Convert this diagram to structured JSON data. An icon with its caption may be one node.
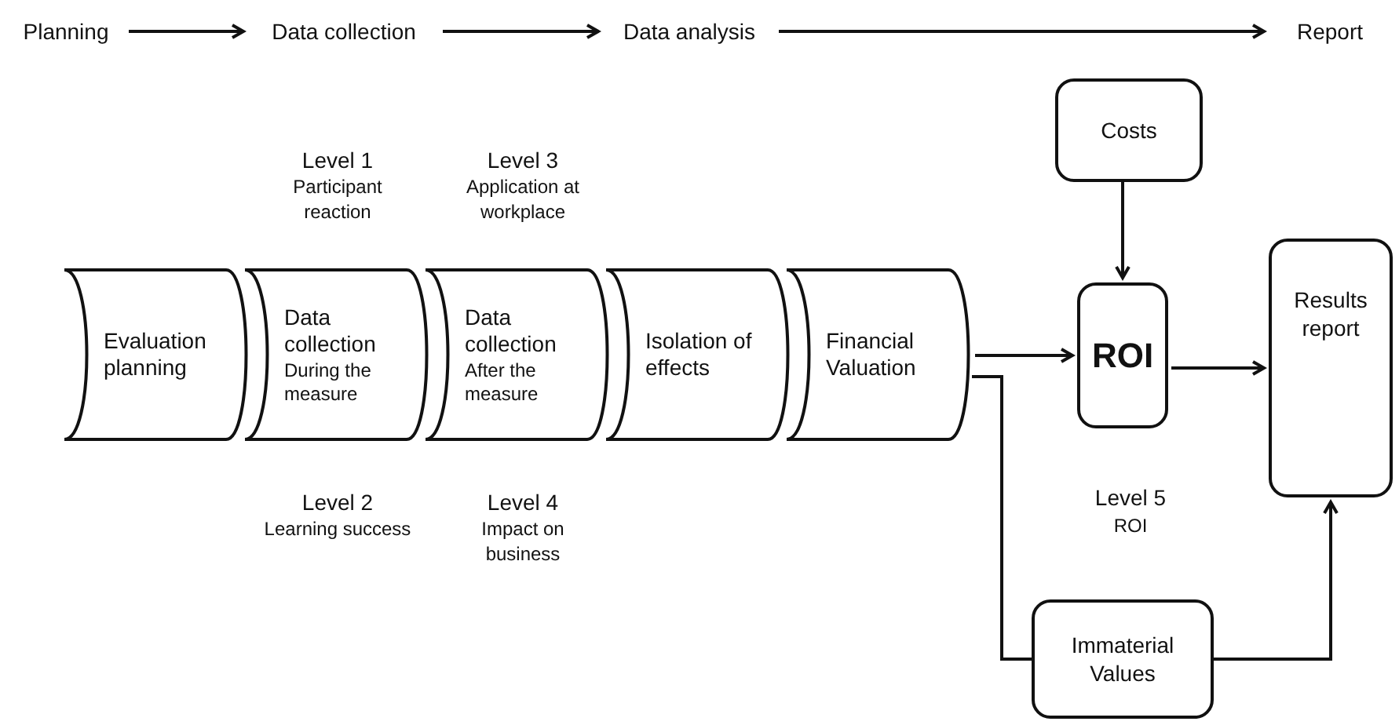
{
  "diagram": {
    "nodes": [
      {
        "text": [
          "Planning"
        ]
      },
      {
        "text": [
          "Data collection"
        ]
      },
      {
        "text": [
          "Data analysis"
        ]
      },
      {
        "text": [
          "Report"
        ]
      },
      {
        "text": [
          "Evaluation planning"
        ]
      },
      {
        "text": [
          "Data collection",
          "During the measure"
        ]
      },
      {
        "text": [
          "Data collection",
          "After the measure"
        ]
      },
      {
        "text": [
          "Isolation of effects"
        ]
      },
      {
        "text": [
          "Financial Valuation"
        ]
      },
      {
        "text": [
          "Costs"
        ]
      },
      {
        "text": [
          "ROI"
        ]
      },
      {
        "text": [
          "Results report"
        ]
      },
      {
        "text": [
          "Immaterial Values"
        ]
      }
    ],
    "edges": [
      {
        "from": 0,
        "to": 1,
        "arrow": "to"
      },
      {
        "from": 1,
        "to": 2,
        "arrow": "to"
      },
      {
        "from": 2,
        "to": 3,
        "arrow": "to"
      },
      {
        "from": 8,
        "to": 10,
        "arrow": "to"
      },
      {
        "from": 9,
        "to": 10,
        "arrow": "to"
      },
      {
        "from": 10,
        "to": 11,
        "arrow": "to"
      },
      {
        "from": 8,
        "to": 12,
        "arrow": "none"
      },
      {
        "from": 12,
        "to": 11,
        "arrow": "to"
      }
    ],
    "labels": [
      "Level 1",
      "Participant reaction",
      "Level 3",
      "Application at workplace",
      "Level 2",
      "Learning success",
      "Level 4",
      "Impact on business",
      "Level 5",
      "ROI"
    ]
  }
}
